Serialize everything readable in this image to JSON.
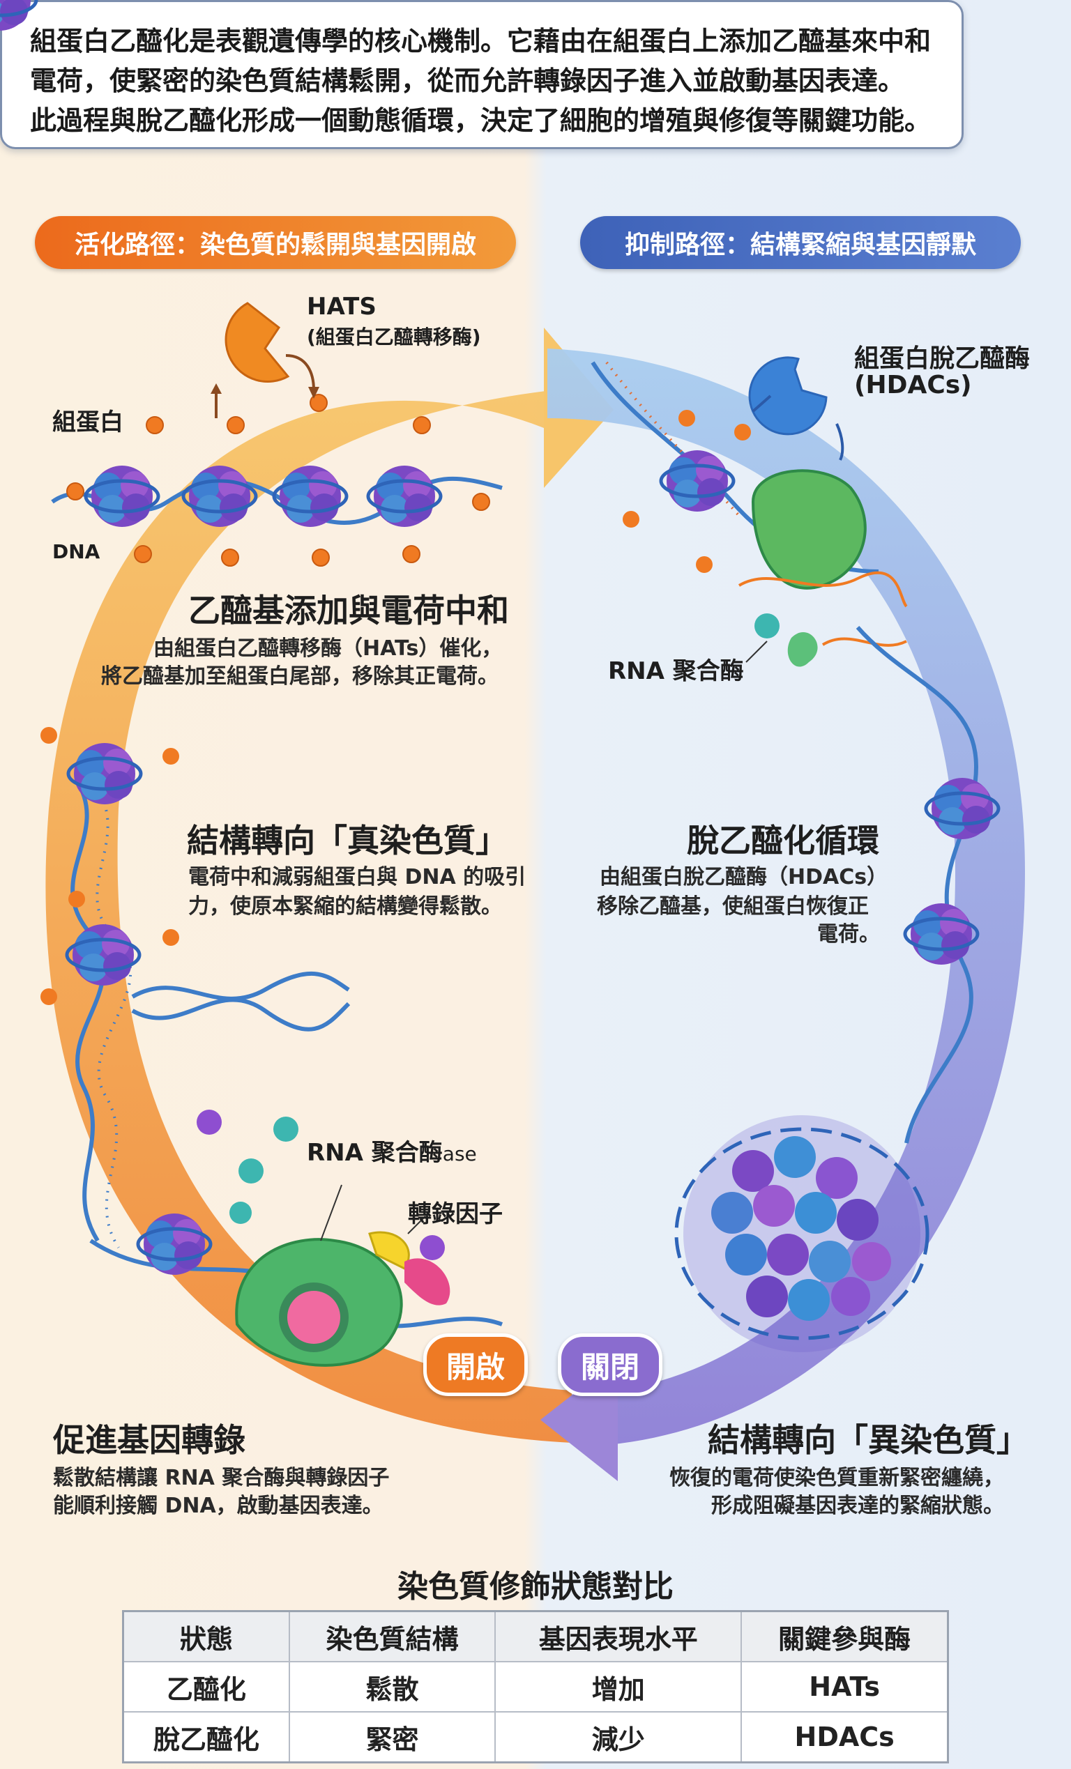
{
  "intro": {
    "line1": "組蛋白乙醯化是表觀遺傳學的核心機制。它藉由在組蛋白上添加乙醯基來中和",
    "line2": "電荷，使緊密的染色質結構鬆開，從而允許轉錄因子進入並啟動基因表達。",
    "line3": "此過程與脫乙醯化形成一個動態循環，決定了細胞的增殖與修復等關鍵功能。"
  },
  "activation": {
    "pill": "活化路徑：染色質的鬆開與基因開啟",
    "hats_label": "HATS",
    "hats_sub": "(組蛋白乙醯轉移酶)",
    "histone_label": "組蛋白",
    "dna_label": "DNA",
    "step1_title": "乙醯基添加與電荷中和",
    "step1_l1": "由組蛋白乙醯轉移酶（HATs）催化，",
    "step1_l2": "將乙醯基加至組蛋白尾部，移除其正電荷。",
    "step2_title": "結構轉向「真染色質」",
    "step2_l1": "電荷中和減弱組蛋白與 DNA 的吸引",
    "step2_l2": "力，使原本緊縮的結構變得鬆散。",
    "rnap_label": "RNA 聚合酶",
    "rnap_suffix": "ase",
    "tf_label": "轉錄因子",
    "step3_title": "促進基因轉錄",
    "step3_l1": "鬆散結構讓 RNA 聚合酶與轉錄因子",
    "step3_l2": "能順利接觸 DNA，啟動基因表達。",
    "badge": "開啟"
  },
  "repression": {
    "pill": "抑制路徑：結構緊縮與基因靜默",
    "hdac_l1": "組蛋白脫乙醯酶",
    "hdac_l2": "(HDACs)",
    "rnap_label": "RNA 聚合酶",
    "step1_title": "脫乙醯化循環",
    "step1_l1": "由組蛋白脫乙醯酶（HDACs）",
    "step1_l2": "移除乙醯基，使組蛋白恢復正",
    "step1_l3": "電荷。",
    "step2_title": "結構轉向「異染色質」",
    "step2_l1": "恢復的電荷使染色質重新緊密纏繞，",
    "step2_l2": "形成阻礙基因表達的緊縮狀態。",
    "badge": "關閉"
  },
  "table": {
    "title": "染色質修飾狀態對比",
    "headers": [
      "狀態",
      "染色質結構",
      "基因表現水平",
      "關鍵參與酶"
    ],
    "rows": [
      [
        "乙醯化",
        "鬆散",
        "增加",
        "HATs"
      ],
      [
        "脫乙醯化",
        "緊密",
        "減少",
        "HDACs"
      ]
    ]
  },
  "colors": {
    "activation": "#ec6a1c",
    "repression": "#4a6fc4",
    "acetyl": "#f07a22",
    "histone_purple": "#8a4fc0",
    "histone_blue": "#3c8fd6"
  }
}
